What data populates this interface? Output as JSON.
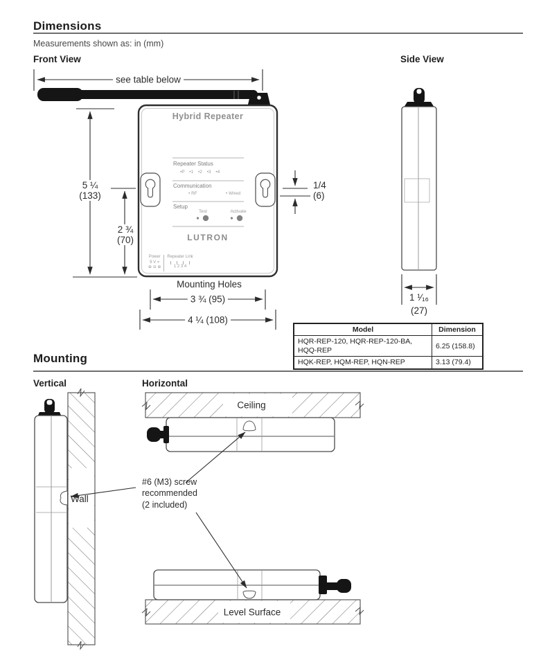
{
  "colors": {
    "ink": "#2b2b2b",
    "muted_device_text": "#8c8c8c",
    "hatch": "#6a6a6a"
  },
  "dimensions": {
    "title": "Dimensions",
    "note": "Measurements shown as: in (mm)",
    "front_view_label": "Front View",
    "side_view_label": "Side View",
    "antenna_dim_label": "see table below",
    "device": {
      "title": "Hybrid Repeater",
      "repeater_status_label": "Repeater Status",
      "repeater_status_leds": "•P  •1  •2  •3  •4",
      "communication_label": "Communication",
      "comm_rf": "• RF",
      "comm_wired": "• Wired",
      "setup_label": "Setup",
      "setup_test": "Test",
      "setup_activate": "Activate",
      "brand": "LUTRON",
      "terminal": {
        "power_label": "Power",
        "power_voltage": "9 V =",
        "power_icons": "⊕ ⊖ ⊕",
        "link_label": "Repeater Link",
        "link_numbers": "1    2    3    4"
      }
    },
    "dims": {
      "height": "5 ¼",
      "height_mm": "(133)",
      "hole_height": "2 ¾",
      "hole_height_mm": "(70)",
      "hole_offset": "1/4",
      "hole_offset_mm": "(6)",
      "mounting_holes_label": "Mounting Holes",
      "hole_spacing": "3 ¾ (95)",
      "width": "4 ¼ (108)",
      "depth": "1 ¹⁄₁₆",
      "depth_mm": "(27)"
    },
    "table": {
      "headers": [
        "Model",
        "Dimension"
      ],
      "rows": [
        {
          "model": "HQR-REP-120, HQR-REP-120-BA, HQQ-REP",
          "dimension": "6.25 (158.8)"
        },
        {
          "model": "HQK-REP, HQM-REP, HQN-REP",
          "dimension": "3.13 (79.4)"
        }
      ]
    }
  },
  "mounting": {
    "title": "Mounting",
    "vertical_label": "Vertical",
    "horizontal_label": "Horizontal",
    "ceiling_label": "Ceiling",
    "wall_label": "Wall",
    "level_surface_label": "Level Surface",
    "screw_note": "#6 (M3) screw\nrecommended\n(2 included)"
  }
}
